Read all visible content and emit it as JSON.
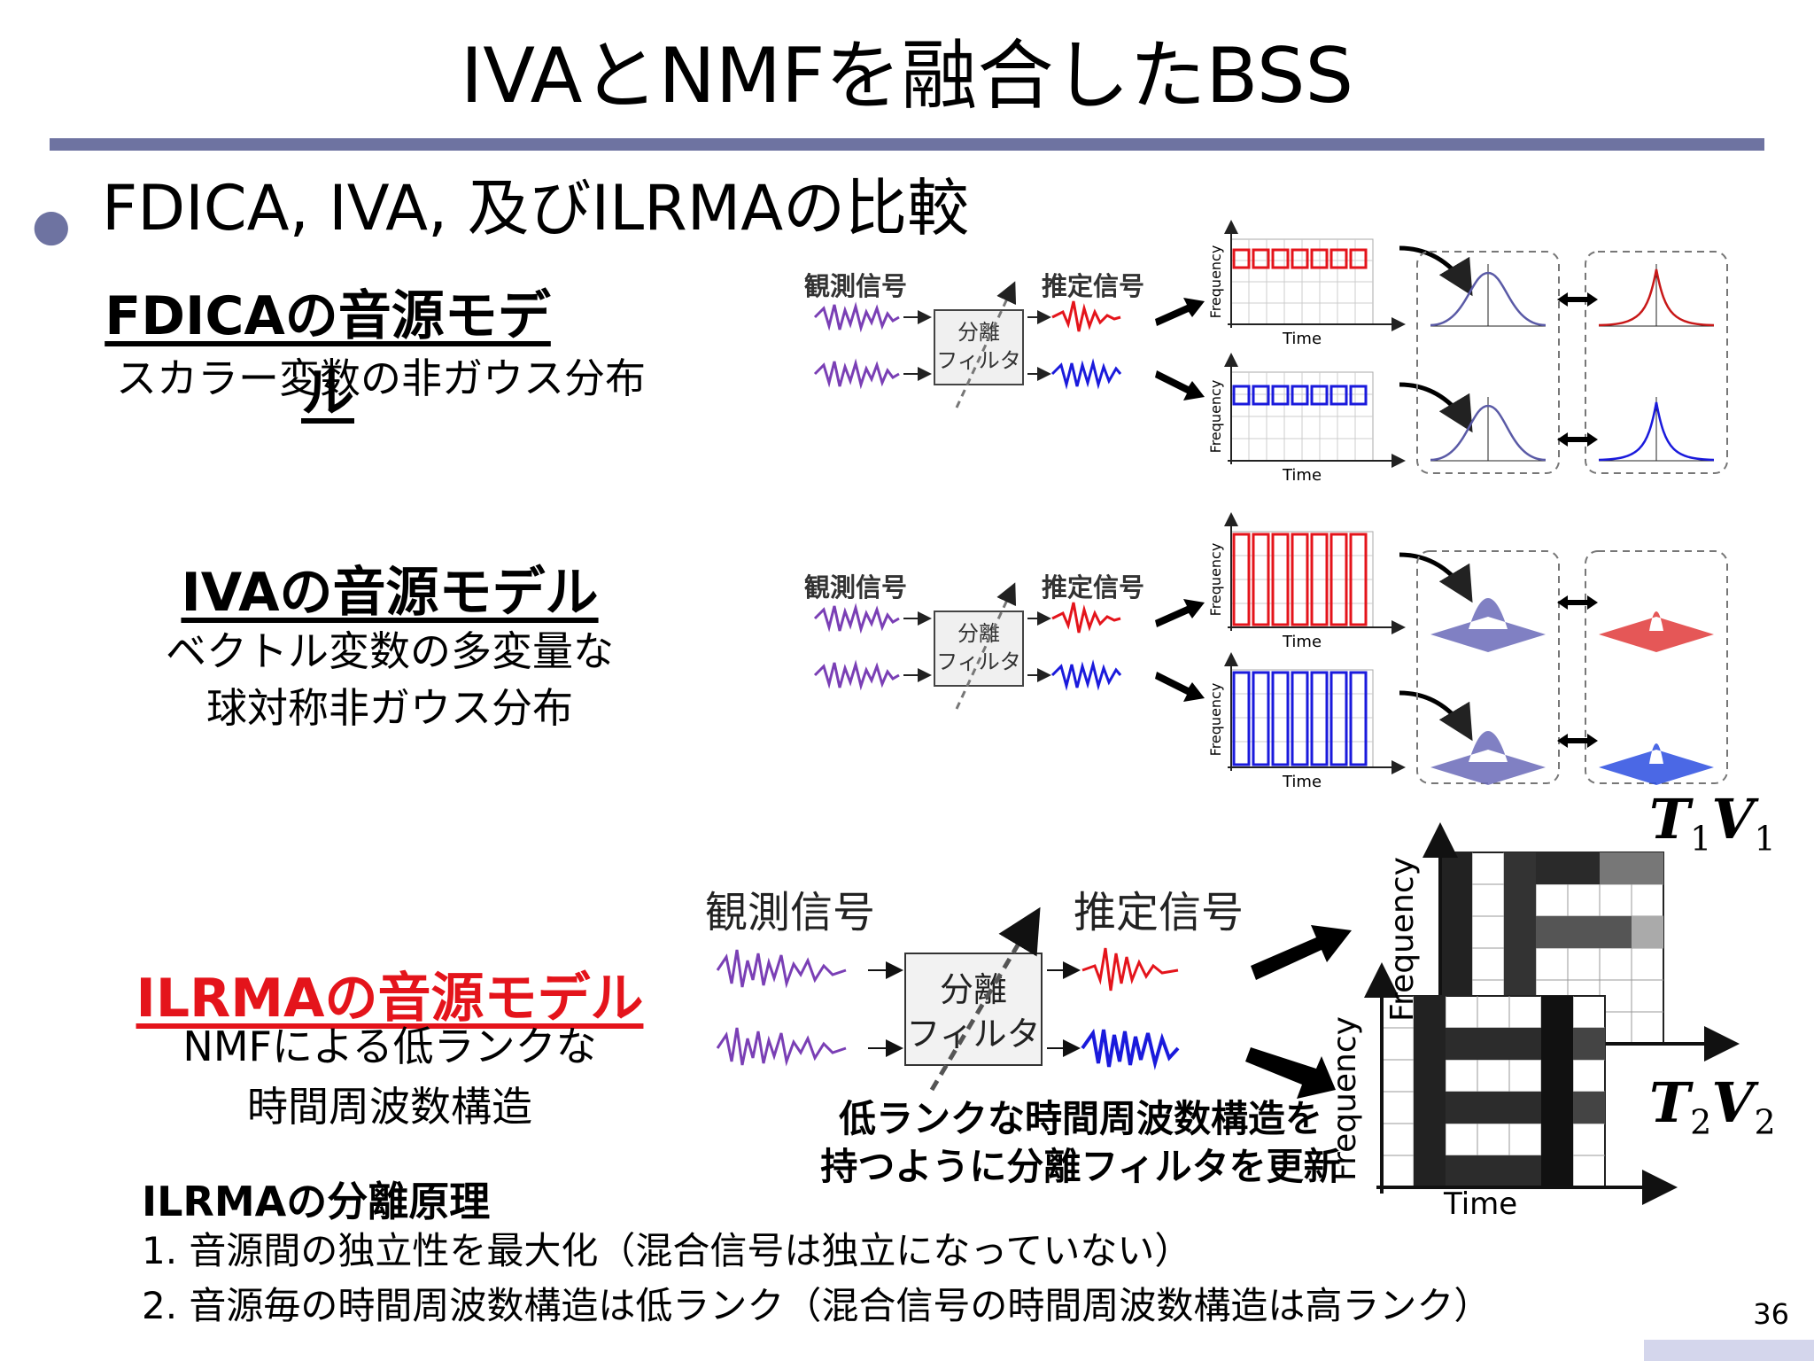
{
  "title": "IVAとNMFを融合したBSS",
  "bullet": "FDICA, IVA, 及びILRMAの比較",
  "models": [
    {
      "heading": "FDICAの音源モデル",
      "desc": [
        "スカラー変数の非ガウス分布"
      ],
      "color": "#000000"
    },
    {
      "heading": "IVAの音源モデル",
      "desc": [
        "ベクトル変数の多変量な",
        "球対称非ガウス分布"
      ],
      "color": "#000000"
    },
    {
      "heading": "ILRMAの音源モデル",
      "desc": [
        "NMFによる低ランクな",
        "時間周波数構造"
      ],
      "color": "#e4141b"
    }
  ],
  "diagram": {
    "observed": "観測信号",
    "estimated": "推定信号",
    "filter_line1": "分離",
    "filter_line2": "フィルタ",
    "axis_frequency": "Frequency",
    "axis_time": "Time"
  },
  "ilrma_note": [
    "低ランクな時間周波数構造を",
    "持つように分離フィルタを更新"
  ],
  "math_labels": {
    "t1": "T",
    "t1_sub": "1",
    "v1": "V",
    "v1_sub": "1",
    "t2": "T",
    "t2_sub": "2",
    "v2": "V",
    "v2_sub": "2"
  },
  "principle": {
    "heading": "ILRMAの分離原理",
    "items": [
      "1. 音源間の独立性を最大化（混合信号は独立になっていない）",
      "2. 音源毎の時間周波数構造は低ランク（混合信号の時間周波数構造は高ランク）"
    ]
  },
  "page_number": "36",
  "colors": {
    "accent": "#6e73a1",
    "red": "#e4141b",
    "blue": "#1a1adc",
    "purple": "#7a3fb5"
  }
}
